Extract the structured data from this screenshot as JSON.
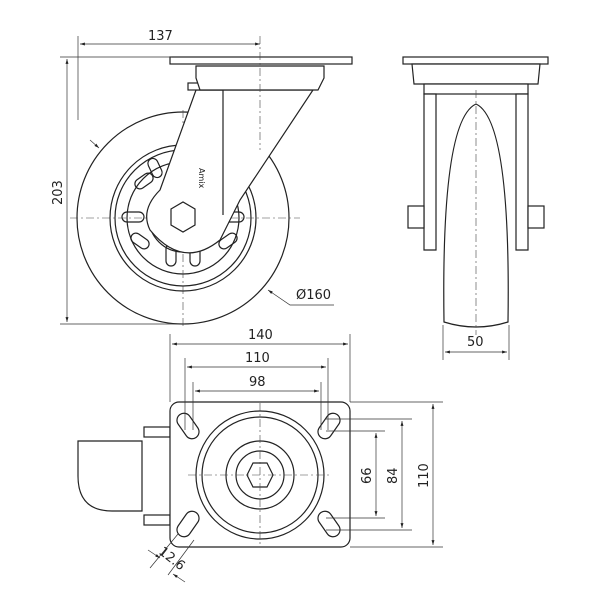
{
  "drawing": {
    "title": "Swivel caster technical drawing",
    "logo": "Amix",
    "side_view": {
      "offset_dim": "137",
      "height_dim": "203",
      "wheel_diameter_dim": "Ø160"
    },
    "front_view": {
      "wheel_width_dim": "50"
    },
    "top_view": {
      "plate_width_dim": "140",
      "hole_spacing_outer_x_dim": "110",
      "hole_spacing_inner_x_dim": "98",
      "hole_spacing_inner_y_dim": "66",
      "hole_spacing_outer_y_dim": "84",
      "plate_height_dim": "110",
      "slot_width_dim": "12.6"
    }
  }
}
